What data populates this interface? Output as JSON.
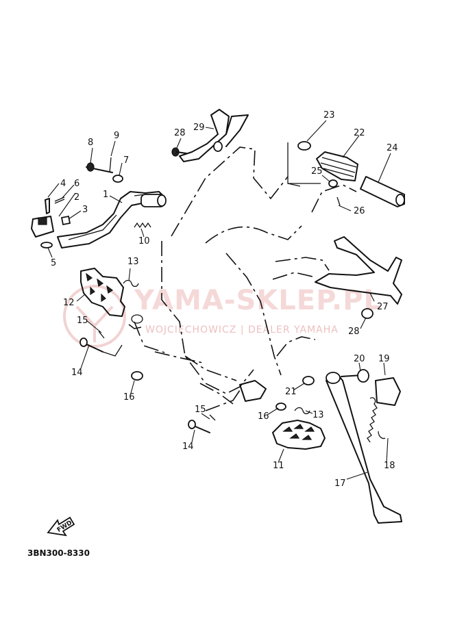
{
  "diagram": {
    "drawing_code": "3BN300-8330",
    "fwd_label": "FWD",
    "watermark": {
      "main": "YAMA-SKLEP.PL",
      "sub": "WOJCIECHOWICZ | DEALER YAMAHA"
    },
    "callouts": [
      "1",
      "2",
      "3",
      "4",
      "5",
      "6",
      "7",
      "8",
      "9",
      "10",
      "11",
      "12",
      "13",
      "13",
      "14",
      "14",
      "15",
      "15",
      "16",
      "16",
      "17",
      "18",
      "19",
      "20",
      "21",
      "22",
      "23",
      "24",
      "25",
      "26",
      "27",
      "28",
      "28",
      "29"
    ],
    "colors": {
      "line": "#111111",
      "watermark": "#e9aaaa"
    }
  }
}
